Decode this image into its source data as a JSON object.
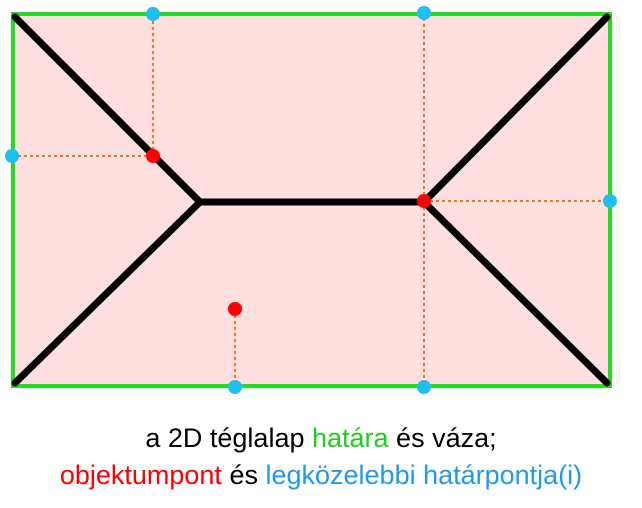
{
  "colors": {
    "fill": "#ffdfdf",
    "boundary": "#22dd22",
    "skeleton": "#000000",
    "object_point": "#ff0000",
    "boundary_point": "#1ec0f0",
    "dotted_line": "#f07818",
    "green_text": "#22cc22",
    "red_text": "#ff0000",
    "blue_text": "#2299ee"
  },
  "caption": {
    "line1": {
      "prefix": "a 2D téglalap ",
      "boundary_word": "határa",
      "middle": " és ",
      "skeleton_word": "váza",
      "suffix": ";"
    },
    "line2": {
      "object_point_word": "objektumpont",
      "middle": " és ",
      "boundary_points_phrase": "legközelebbi határpontja(i)"
    }
  }
}
